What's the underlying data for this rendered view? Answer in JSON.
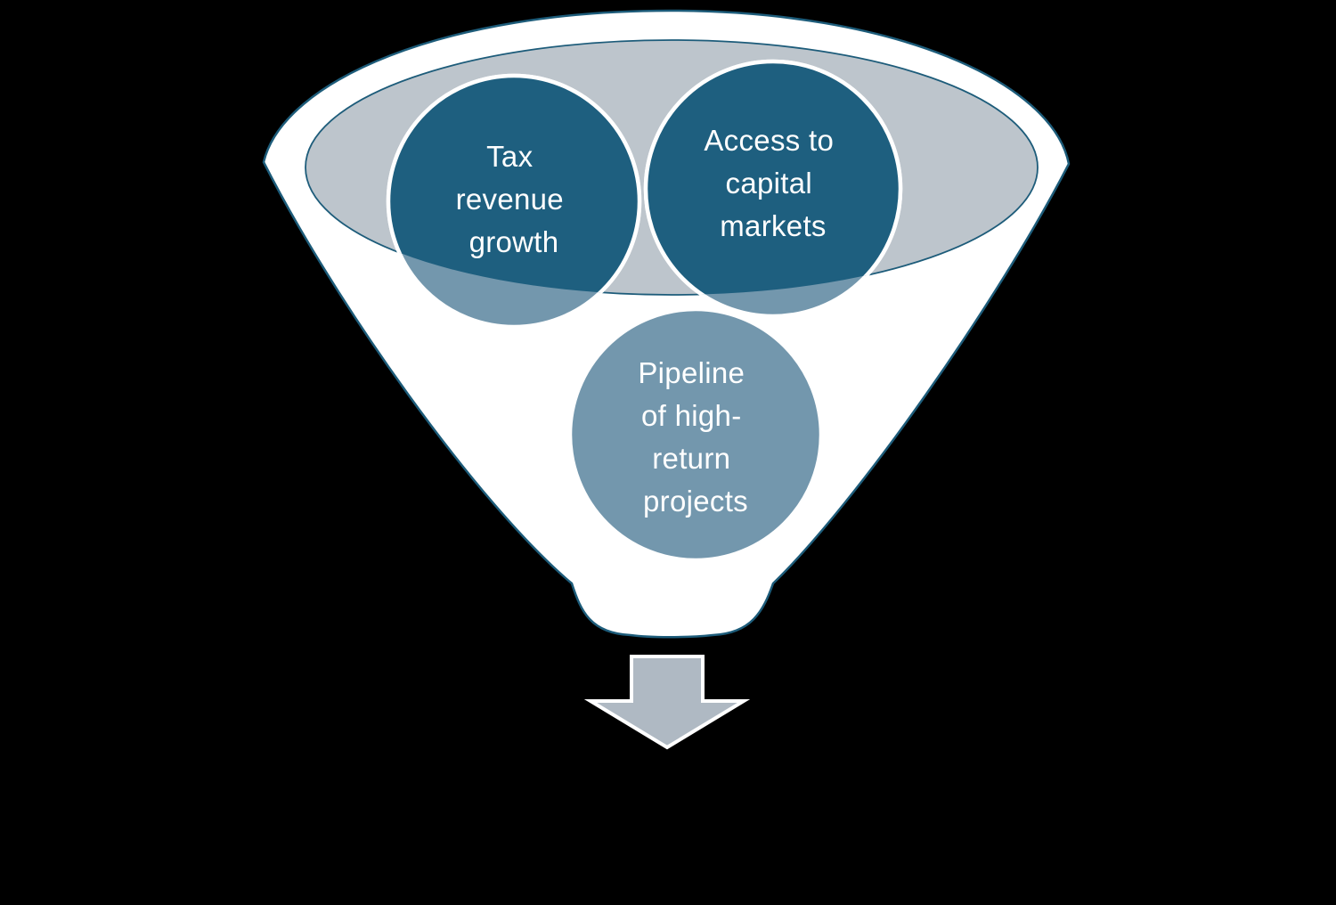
{
  "diagram": {
    "type": "funnel",
    "inputs": [
      {
        "id": "tax-revenue-growth",
        "label_lines": [
          "Tax",
          "revenue",
          "growth"
        ]
      },
      {
        "id": "access-capital-markets",
        "label_lines": [
          "Access to",
          "capital",
          "markets"
        ]
      },
      {
        "id": "pipeline-projects",
        "label_lines": [
          "Pipeline",
          "of high-",
          "return",
          "projects"
        ]
      }
    ],
    "output_icon": "arrow-down"
  },
  "palette": {
    "background": "#000000",
    "funnel_fill": "#ffffff",
    "outline": "#1d5c7a",
    "mouth_ellipse_fill": "#bdc5cc",
    "bubble_dark": "#1e5f7f",
    "bubble_light": "#7397ad",
    "bubble_stroke": "#ffffff",
    "arrow_fill": "#afb9c3",
    "arrow_stroke": "#ffffff",
    "text_color": "#ffffff"
  }
}
